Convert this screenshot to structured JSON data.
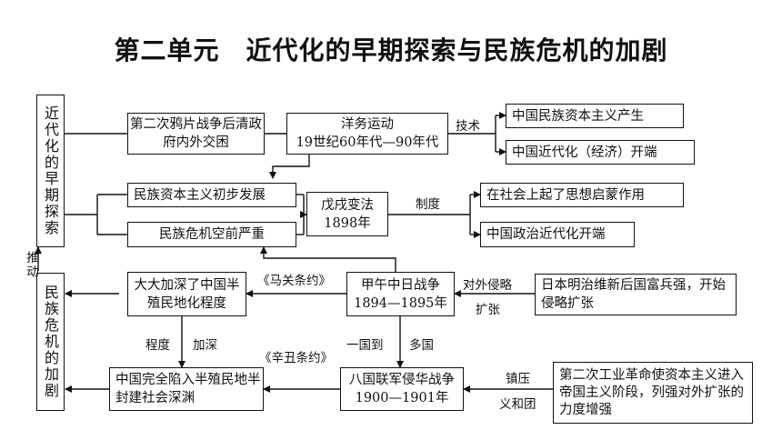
{
  "title": "第二单元　近代化的早期探索与民族危机的加剧",
  "side": {
    "top": "近代化的早期探索",
    "bottom": "民族危机的加剧",
    "push_label": "推动"
  },
  "boxes": {
    "b1": "第二次鸦片战争后清政府内外交困",
    "b2": "洋务运动",
    "b2_sub": "19世纪60年代—90年代",
    "b3": "中国民族资本主义产生",
    "b4": "中国近代化（经济）开端",
    "b5": "民族资本主义初步发展",
    "b6": "民族危机空前严重",
    "b7": "戊戌变法",
    "b7_sub": "1898年",
    "b8": "在社会上起了思想启蒙作用",
    "b9": "中国政治近代化开端",
    "b10": "大大加深了中国半殖民地化程度",
    "b11": "甲午中日战争",
    "b11_sub": "1894—1895年",
    "b12": "日本明治维新后国富兵强，开始侵略扩张",
    "b13": "中国完全陷入半殖民地半封建社会深渊",
    "b14": "八国联军侵华战争",
    "b14_sub": "1900—1901年",
    "b15": "第二次工业革命使资本主义进入帝国主义阶段，列强对外扩张的力度增强"
  },
  "labels": {
    "tech": "技术",
    "system": "制度",
    "treaty1": "《马关条约》",
    "foreign": "对外侵略",
    "expand": "扩张",
    "degree": "程度",
    "deepen": "加深",
    "treaty2": "《辛丑条约》",
    "one_country": "一国到",
    "many_countries": "多国",
    "suppress": "镇压",
    "boxers": "义和团"
  }
}
